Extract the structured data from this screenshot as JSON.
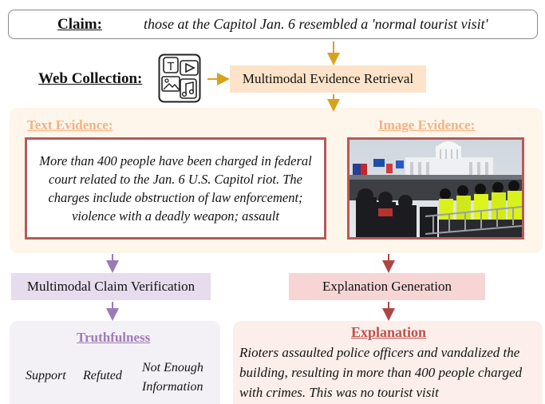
{
  "claim": {
    "label": "Claim:",
    "text": "those at the Capitol Jan. 6 resembled a 'normal tourist visit'"
  },
  "web_collection": {
    "label": "Web Collection:",
    "icon_letter": "T"
  },
  "retrieval": {
    "label": "Multimodal Evidence Retrieval"
  },
  "text_evidence": {
    "title": "Text Evidence:",
    "body": "More than 400 people have been charged in federal court related to the Jan. 6 U.S. Capitol riot. The charges include obstruction of law enforcement; violence with a deadly weapon; assault"
  },
  "image_evidence": {
    "title": "Image Evidence:"
  },
  "verification": {
    "label": "Multimodal Claim Verification"
  },
  "explanation_generation": {
    "label": "Explanation Generation"
  },
  "truthfulness": {
    "title": "Truthfulness",
    "options": [
      "Support",
      "Refuted",
      "Not Enough",
      "Information"
    ]
  },
  "explanation": {
    "title": "Explanation",
    "body": "Rioters assaulted police officers and vandalized the building, resulting in more than 400 people charged with crimes. This was no tourist visit"
  },
  "colors": {
    "arrow_gold": "#d9a21b",
    "arrow_purple": "#9b7ab5",
    "arrow_red": "#b04545",
    "evidence_border": "#b55a5a",
    "evidence_title": "#f4b183",
    "truth_title": "#a07ab8",
    "expl_title": "#c0504d"
  }
}
